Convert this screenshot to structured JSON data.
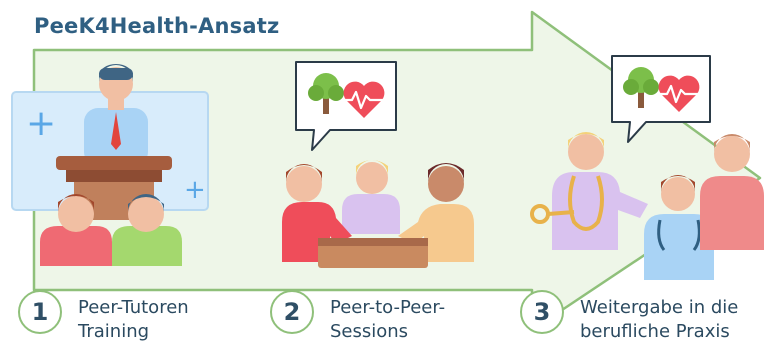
{
  "title": "PeeK4Health-Ansatz",
  "colors": {
    "arrow_fill": "#eef6e8",
    "arrow_stroke": "#8fc07a",
    "title": "#2f5f82",
    "label_text": "#2b4a60"
  },
  "steps": [
    {
      "number": "1",
      "line1": "Peer-Tutoren",
      "line2": "Training",
      "illustration": "teacher-presenting-to-students-icon"
    },
    {
      "number": "2",
      "line1": "Peer-to-Peer-",
      "line2": "Sessions",
      "illustration": "peer-group-conversation-icon"
    },
    {
      "number": "3",
      "line1": "Weitergabe in die",
      "line2": "berufliche Praxis",
      "illustration": "doctor-talking-to-patients-icon"
    }
  ],
  "speech_bubbles": [
    {
      "icons": [
        "tree-icon",
        "heart-pulse-icon"
      ]
    },
    {
      "icons": [
        "tree-icon",
        "heart-pulse-icon"
      ]
    }
  ]
}
